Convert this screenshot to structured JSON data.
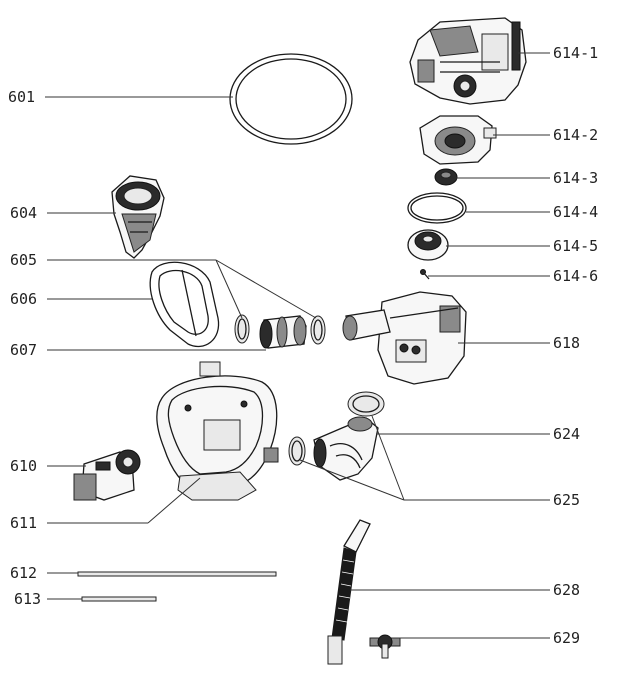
{
  "callouts": {
    "c601": "601",
    "c604": "604",
    "c605": "605",
    "c606": "606",
    "c607": "607",
    "c610": "610",
    "c611": "611",
    "c612": "612",
    "c613": "613",
    "c614_1": "614-1",
    "c614_2": "614-2",
    "c614_3": "614-3",
    "c614_4": "614-4",
    "c614_5": "614-5",
    "c614_6": "614-6",
    "c618": "618",
    "c624": "624",
    "c625": "625",
    "c628": "628",
    "c629": "629"
  }
}
